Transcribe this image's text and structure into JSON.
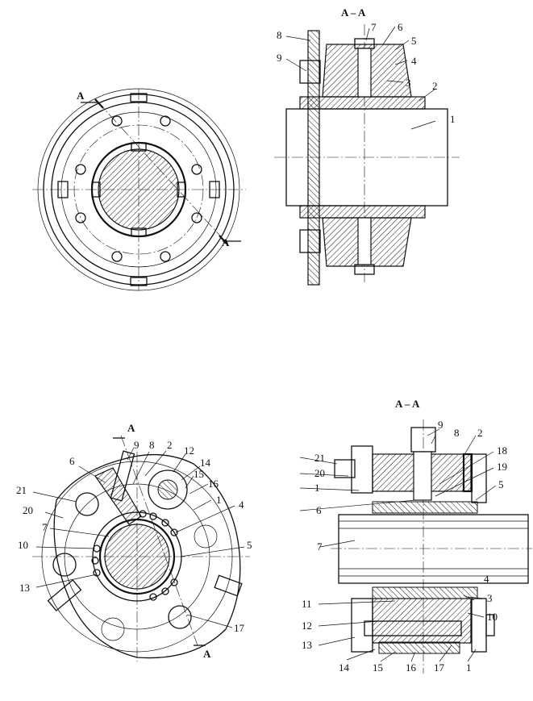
{
  "figures": {
    "top": {
      "section_view_title": "A – A",
      "cut_marker": "A",
      "callouts": [
        "1",
        "2",
        "3",
        "4",
        "5",
        "6",
        "7",
        "8",
        "9"
      ]
    },
    "bottom": {
      "section_view_title": "A – A",
      "cut_marker": "A",
      "callouts_front": [
        "1",
        "2",
        "4",
        "5",
        "6",
        "7",
        "8",
        "9",
        "10",
        "12",
        "13",
        "14",
        "15",
        "16",
        "17",
        "20",
        "21"
      ],
      "callouts_section": [
        "1",
        "2",
        "3",
        "4",
        "5",
        "6",
        "7",
        "8",
        "9",
        "10",
        "11",
        "12",
        "13",
        "14",
        "15",
        "16",
        "17",
        "18",
        "19",
        "20",
        "21"
      ]
    }
  },
  "colors": {
    "ink": "#111111",
    "paper": "#ffffff"
  }
}
